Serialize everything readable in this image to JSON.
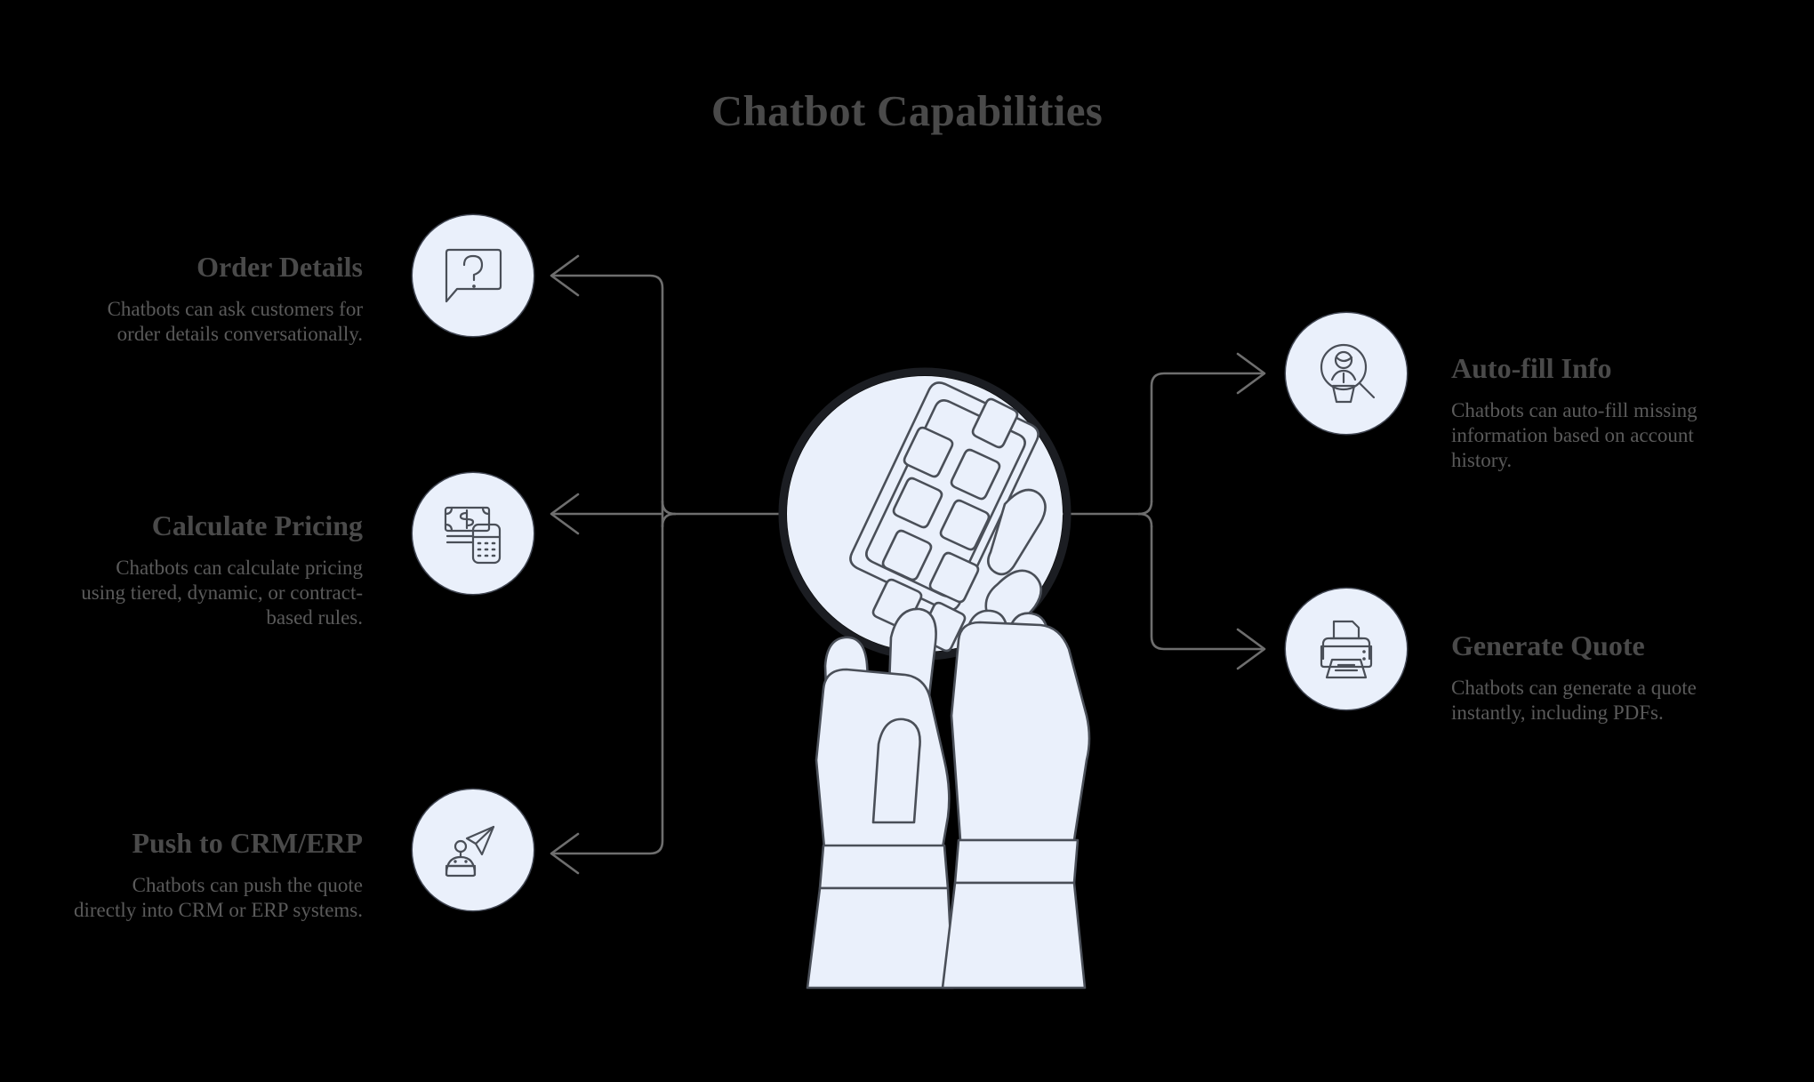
{
  "title": "Chatbot Capabilities",
  "theme": {
    "background": "#000000",
    "title_color": "#4a4a4a",
    "heading_color": "#4a4a4a",
    "body_color": "#5a5a5a",
    "badge_fill": "#eaf0fb",
    "badge_stroke": "#3f4450",
    "connector_color": "#6e6e6e",
    "illustration_fill": "#eaf0fb",
    "illustration_stroke": "#4a4f58"
  },
  "center": {
    "icon": "hands-holding-calculator-illustration",
    "circle_outline": "dark-circle-outline"
  },
  "left_items": [
    {
      "id": "order-details",
      "icon": "question-speech-bubble-icon",
      "title": "Order Details",
      "body": "Chatbots can ask customers for order details conversationally."
    },
    {
      "id": "calculate-pricing",
      "icon": "money-calculator-icon",
      "title": "Calculate Pricing",
      "body": "Chatbots can calculate pricing using tiered, dynamic, or contract-based rules."
    },
    {
      "id": "push-to-crm-erp",
      "icon": "robot-send-icon",
      "title": "Push to CRM/ERP",
      "body": "Chatbots can push the quote directly into CRM or ERP systems."
    }
  ],
  "right_items": [
    {
      "id": "auto-fill-info",
      "icon": "user-search-icon",
      "title": "Auto-fill Info",
      "body": "Chatbots can auto-fill missing information based on account history."
    },
    {
      "id": "generate-quote",
      "icon": "printer-icon",
      "title": "Generate Quote",
      "body": "Chatbots can generate a quote instantly, including PDFs."
    }
  ]
}
